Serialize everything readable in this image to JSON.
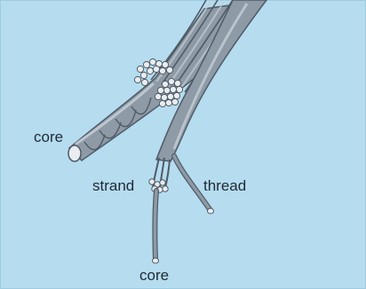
{
  "colors": {
    "background": "#b5dcef",
    "rope_fill": "#8e9aa6",
    "rope_light": "#b9c3cc",
    "rope_dark": "#4f5b66",
    "wire_tip": "#e9edf1",
    "label_text": "#1f2a33"
  },
  "labels": {
    "core_top": "core",
    "strand": "strand",
    "thread": "thread",
    "core_bottom": "core"
  }
}
